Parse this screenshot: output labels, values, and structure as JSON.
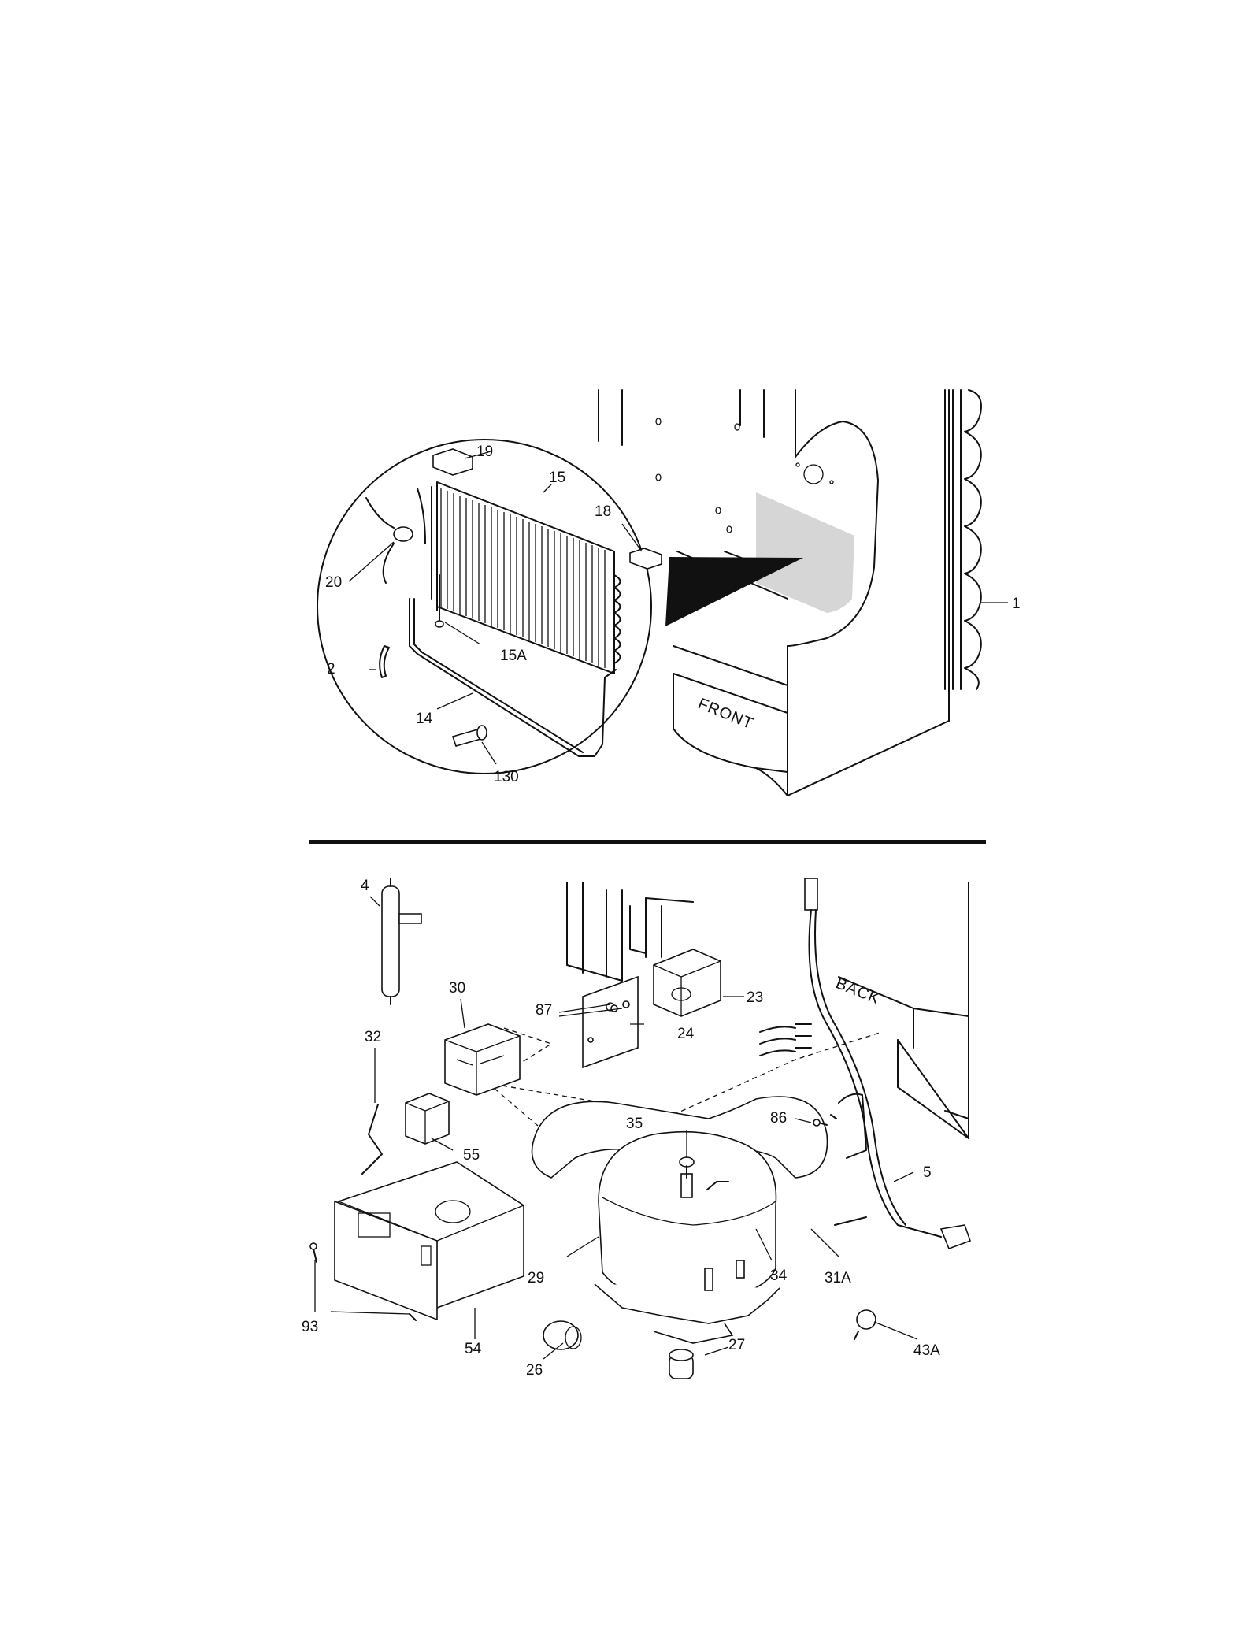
{
  "diagram": {
    "cabinet_labels": {
      "front": "FRONT",
      "back": "BACK"
    },
    "callouts": {
      "p1": "1",
      "p2": "2",
      "p4": "4",
      "p5": "5",
      "p14": "14",
      "p15": "15",
      "p15a": "15A",
      "p18": "18",
      "p19": "19",
      "p20": "20",
      "p23": "23",
      "p24": "24",
      "p26": "26",
      "p27": "27",
      "p29": "29",
      "p30": "30",
      "p31a": "31A",
      "p32": "32",
      "p34": "34",
      "p35": "35",
      "p43a": "43A",
      "p54": "54",
      "p55": "55",
      "p86": "86",
      "p87": "87",
      "p93": "93",
      "p130": "130"
    }
  }
}
